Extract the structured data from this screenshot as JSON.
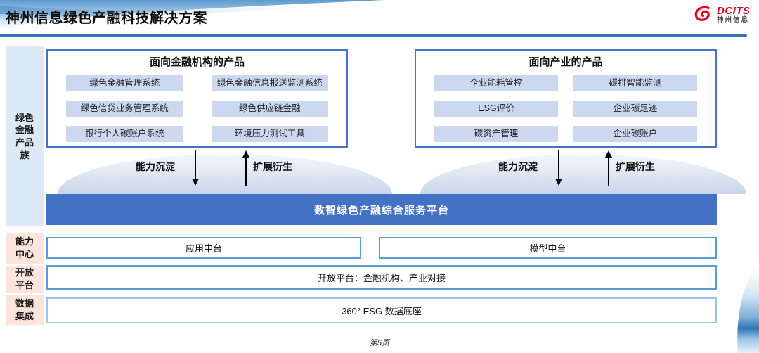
{
  "header": {
    "title": "神州信息绿色产融科技解决方案",
    "logo": {
      "brand": "DCITS",
      "brand_cn": "神州信息",
      "mark_icon": "red-swoosh",
      "accent_red": "#D6001C"
    }
  },
  "sidebar": {
    "family_label": "绿色金融产品族",
    "capability_label": "能力中心",
    "open_label": "开放平台",
    "data_label": "数据集成"
  },
  "finance_products": {
    "title": "面向金融机构的产品",
    "items": [
      "绿色金融管理系统",
      "绿色金融信息报送监测系统",
      "绿色信贷业务管理系统",
      "绿色供应链金融",
      "银行个人碳账户系统",
      "环境压力测试工具"
    ]
  },
  "industry_products": {
    "title": "面向产业的产品",
    "items": [
      "企业能耗管控",
      "碳排智能监测",
      "ESG评价",
      "企业碳足迹",
      "碳资产管理",
      "企业碳账户"
    ]
  },
  "flows": {
    "sink_label": "能力沉淀",
    "derive_label": "扩展衍生",
    "down_icon": "down-arrow",
    "up_icon": "up-arrow"
  },
  "platform": {
    "title": "数智绿色产融综合服务平台"
  },
  "middle_layers": {
    "app": "应用中台",
    "model": "模型中台"
  },
  "open_platform": {
    "label": "开放平台：金融机构、产业对接"
  },
  "data_base": {
    "label": "360° ESG 数据底座"
  },
  "footer": {
    "page": "第5页"
  },
  "colors": {
    "accent_blue": "#4472C4",
    "item_blue": "#CBD8EF",
    "rail_blue": "#DCE9F7",
    "rail_peach": "#FBE5DC",
    "rule_blue": "#2E75B6",
    "box_border_blue": "#5B9BD5",
    "light_border_blue": "#9DC3E6"
  }
}
